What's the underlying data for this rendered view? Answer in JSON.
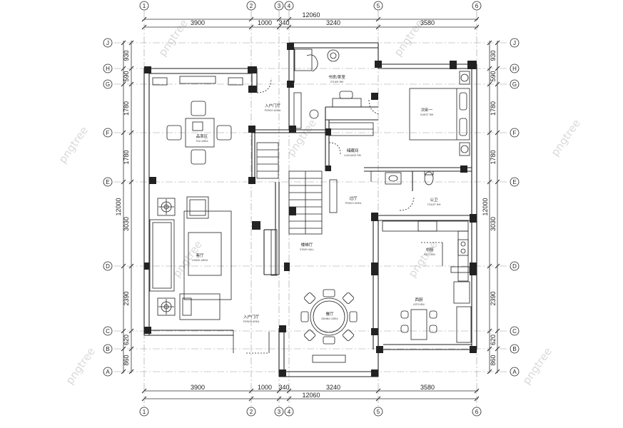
{
  "watermark": "pngtree",
  "dimensions": {
    "top_total": "12060",
    "bottom_total": "12060",
    "top_segments": [
      "3900",
      "1000",
      "340",
      "3240",
      "3580"
    ],
    "bottom_segments": [
      "3900",
      "1000",
      "340",
      "3240",
      "3580"
    ],
    "left_total": "12000",
    "right_total": "12000",
    "left_segments": [
      "930",
      "590",
      "1780",
      "1780",
      "3030",
      "2390",
      "620",
      "860"
    ],
    "right_segments": [
      "930",
      "590",
      "1780",
      "1780",
      "3030",
      "2390",
      "620",
      "860"
    ]
  },
  "axes": {
    "columns": [
      "1",
      "2",
      "3",
      "4",
      "5",
      "6"
    ],
    "rows": [
      "J",
      "H",
      "G",
      "F",
      "E",
      "D",
      "C",
      "B",
      "A"
    ]
  },
  "rooms": {
    "study": {
      "label": "书房/茶室",
      "sub": "STUDY RM"
    },
    "entry_top": {
      "label": "入户门厅",
      "sub": "PORCH AREA"
    },
    "tea": {
      "label": "品茶区",
      "sub": "TEA AREA"
    },
    "guest": {
      "label": "次卧一",
      "sub": "GUEST RM"
    },
    "luggage": {
      "label": "储藏间",
      "sub": "LUGGAGE RM"
    },
    "porch": {
      "label": "过厅",
      "sub": "PORCH AREA"
    },
    "toilet": {
      "label": "公卫",
      "sub": "TOILET RM"
    },
    "living": {
      "label": "客厅",
      "sub": "LIVING AREA"
    },
    "stair": {
      "label": "楼梯厅",
      "sub": "STAIR HALL"
    },
    "kitchen": {
      "label": "中厨",
      "sub": "KITCHEN"
    },
    "entry_bottom": {
      "label": "入户门厅",
      "sub": "PORCH AREA"
    },
    "dining": {
      "label": "餐厅",
      "sub": "DINING AREA"
    },
    "western_kitchen": {
      "label": "西厨",
      "sub": "KITCHEN"
    }
  }
}
